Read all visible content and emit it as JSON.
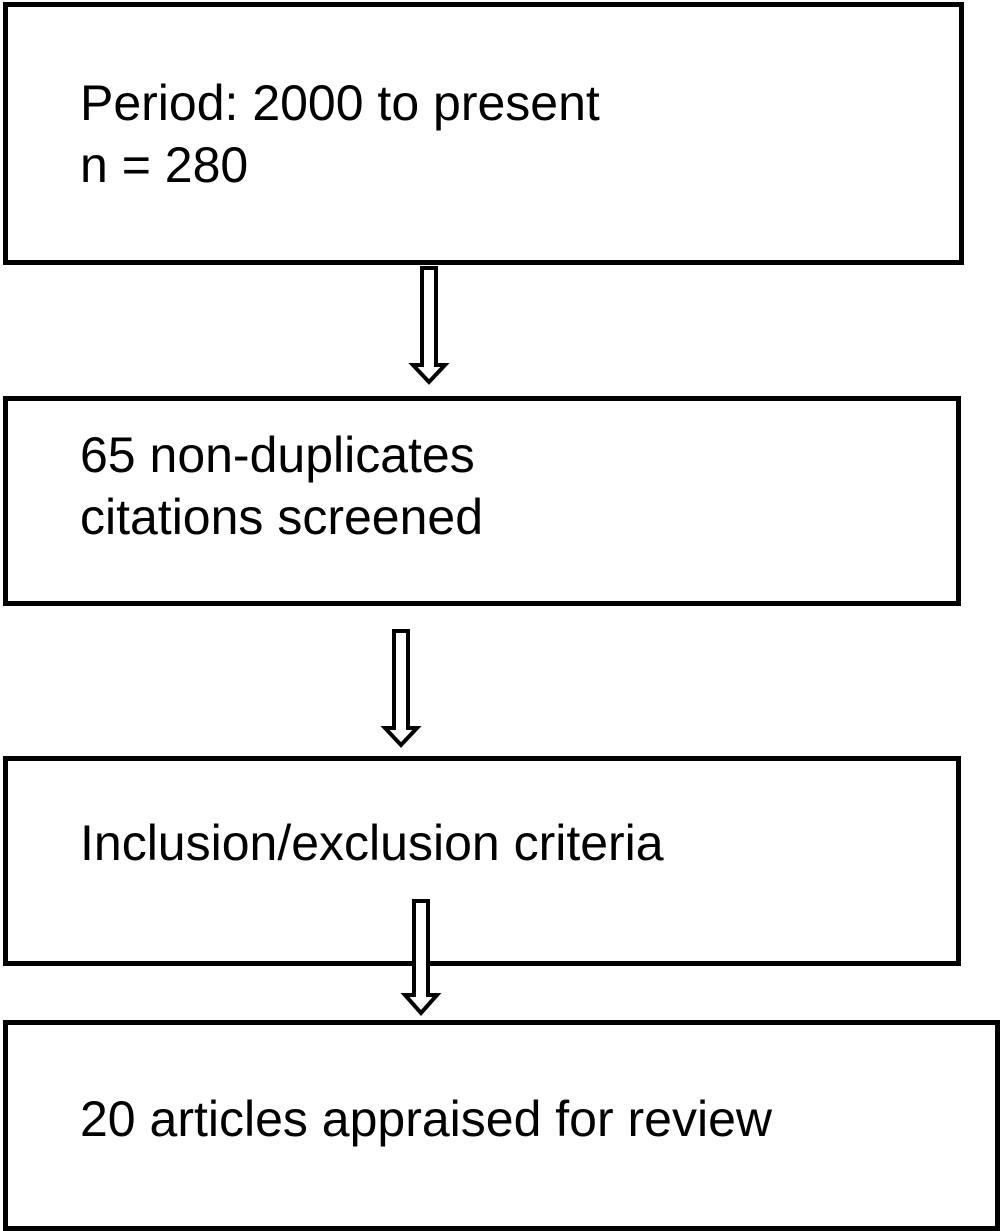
{
  "flowchart": {
    "steps": [
      {
        "lines": [
          "Period: 2000 to present",
          "n = 280"
        ]
      },
      {
        "lines": [
          "65 non-duplicates",
          "citations screened"
        ]
      },
      {
        "lines": [
          "Inclusion/exclusion criteria"
        ]
      },
      {
        "lines": [
          "20 articles appraised for review"
        ]
      }
    ],
    "colors": {
      "stroke": "#000000",
      "background": "#ffffff"
    },
    "arrow_style": "hollow-down-arrow"
  }
}
